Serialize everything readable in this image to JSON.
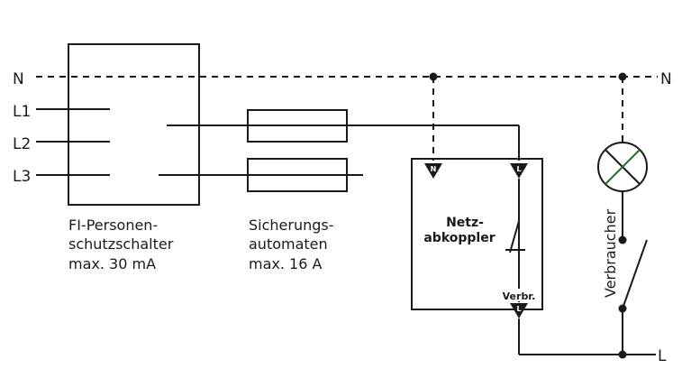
{
  "diagram": {
    "conductors": {
      "n": "N",
      "l1": "L1",
      "l2": "L2",
      "l3": "L3",
      "n_right": "N",
      "l_right": "L"
    },
    "fi_switch": {
      "lines": [
        "FI-Personen-",
        "schutzschalter",
        "max. 30 mA"
      ]
    },
    "breakers": {
      "lines": [
        "Sicherungs-",
        "automaten",
        "max. 16 A"
      ]
    },
    "decoupler": {
      "lines": [
        "Netz-",
        "abkoppler"
      ],
      "terminal_n": "N",
      "terminal_l": "L",
      "terminal_load_label": "Verbr.",
      "terminal_load": "L"
    },
    "consumer": {
      "label": "Verbraucher"
    },
    "colors": {
      "line": "#1a1a1a",
      "lamp_cross": "#2e6b2e"
    }
  }
}
